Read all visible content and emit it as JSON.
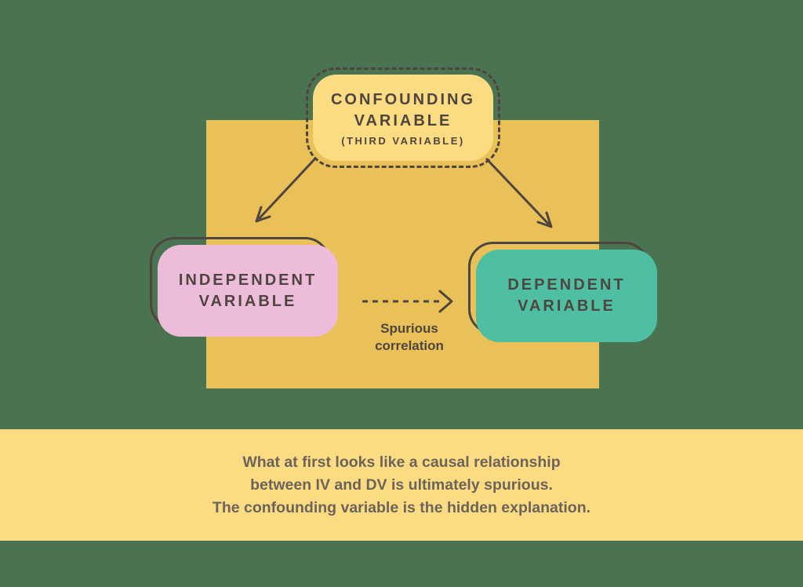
{
  "colors": {
    "background": "#4a7351",
    "panel": "#e9c158",
    "light_yellow": "#fcdc83",
    "pink": "#edbcda",
    "teal": "#4fbfa3",
    "stroke": "#4e453e",
    "caption_text": "#6c6359"
  },
  "diagram": {
    "confounding_box": {
      "title": "CONFOUNDING VARIABLE",
      "subtitle": "(THIRD VARIABLE)"
    },
    "independent_box": {
      "title": "INDEPENDENT VARIABLE"
    },
    "dependent_box": {
      "title": "DEPENDENT VARIABLE"
    },
    "spurious_arrow_label": "Spurious correlation"
  },
  "caption": {
    "lines": [
      "What at first looks like a causal relationship",
      "between IV and DV is ultimately spurious.",
      "The confounding variable is the hidden explanation."
    ]
  }
}
